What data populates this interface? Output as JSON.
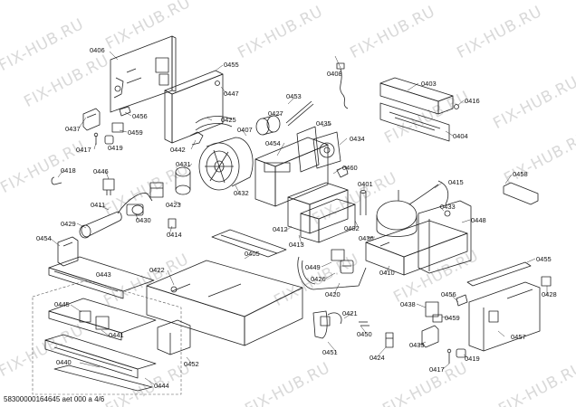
{
  "watermark": "FIX-HUB.RU",
  "footer": "58300000164645 aet 000 a 4/6",
  "parts": [
    "0406",
    "0455",
    "0447",
    "0437",
    "0456",
    "0459",
    "0417",
    "0419",
    "0442",
    "0425",
    "0407",
    "0427",
    "0453",
    "0408",
    "0403",
    "0416",
    "0435",
    "0434",
    "0454",
    "0460",
    "0404",
    "0431",
    "0432",
    "0418",
    "0446",
    "0423",
    "0411",
    "0430",
    "0414",
    "0429",
    "0454",
    "0443",
    "0415",
    "0401",
    "0433",
    "0448",
    "0458",
    "0412",
    "0402",
    "0436",
    "0413",
    "0410",
    "0405",
    "0422",
    "0449",
    "0426",
    "0420",
    "0455",
    "0428",
    "0456",
    "0438",
    "0459",
    "0421",
    "0450",
    "0441",
    "0445",
    "0451",
    "0424",
    "0439",
    "0457",
    "0417",
    "0419",
    "0440",
    "0452",
    "0444"
  ]
}
